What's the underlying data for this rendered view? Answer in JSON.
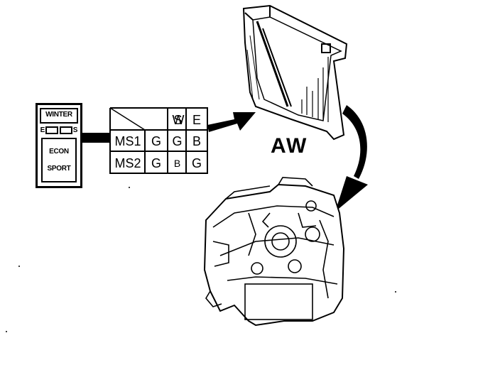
{
  "switch_panel": {
    "winter": "WINTER",
    "indicator_left": "E",
    "indicator_right": "S",
    "econ": "ECON",
    "sport": "SPORT"
  },
  "mode_table": {
    "headers": [
      "W",
      "S",
      "E"
    ],
    "rows": [
      {
        "label": "MS1",
        "values": [
          "G",
          "G",
          "B"
        ]
      },
      {
        "label": "MS2",
        "values": [
          "G",
          "B",
          "G"
        ]
      }
    ]
  },
  "control_unit_label": "AW"
}
